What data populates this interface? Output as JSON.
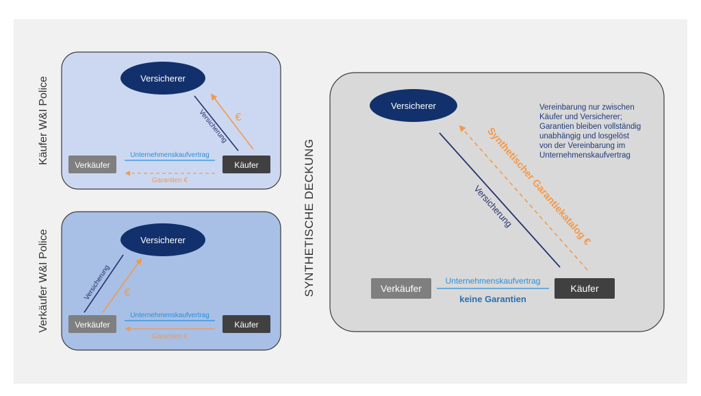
{
  "colors": {
    "background": "#f1f1f1",
    "panel_top": "#ccd8f1",
    "panel_bottom": "#a8bfe6",
    "panel_right": "#d9d9d9",
    "insurer": "#12306b",
    "seller_box": "#7f7f7f",
    "buyer_box": "#404040",
    "contract_line": "#2a8fd8",
    "guarantee_arrow": "#f2994a",
    "insurance_line": "#23306d"
  },
  "top_panel": {
    "side_label": "Käufer W&I Police",
    "insurer": "Versicherer",
    "seller": "Verkäufer",
    "buyer": "Käufer",
    "contract": "Unternehmenskaufvertrag",
    "guarantees": "Garantien €",
    "insurance": "Versicherung",
    "premium": "€"
  },
  "bottom_panel": {
    "side_label": "Verkäufer W&I Police",
    "insurer": "Versicherer",
    "seller": "Verkäufer",
    "buyer": "Käufer",
    "contract": "Unternehmenskaufvertrag",
    "guarantees": "Garantien €",
    "insurance": "Versicherung",
    "premium": "€"
  },
  "right_panel": {
    "side_label": "SYNTHETISCHE DECKUNG",
    "insurer": "Versicherer",
    "seller": "Verkäufer",
    "buyer": "Käufer",
    "contract": "Unternehmenskaufvertrag",
    "no_guarantees": "keine Garantien",
    "insurance": "Versicherung",
    "synthetic_catalog": "Synthetischer Garantiekatalog €",
    "note_lines": [
      "Vereinbarung nur zwischen",
      "Käufer und Versicherer;",
      "Garantien bleiben vollständig",
      "unabhängig und losgelöst",
      "von der Vereinbarung im",
      "Unternehmenskaufvertrag"
    ]
  }
}
